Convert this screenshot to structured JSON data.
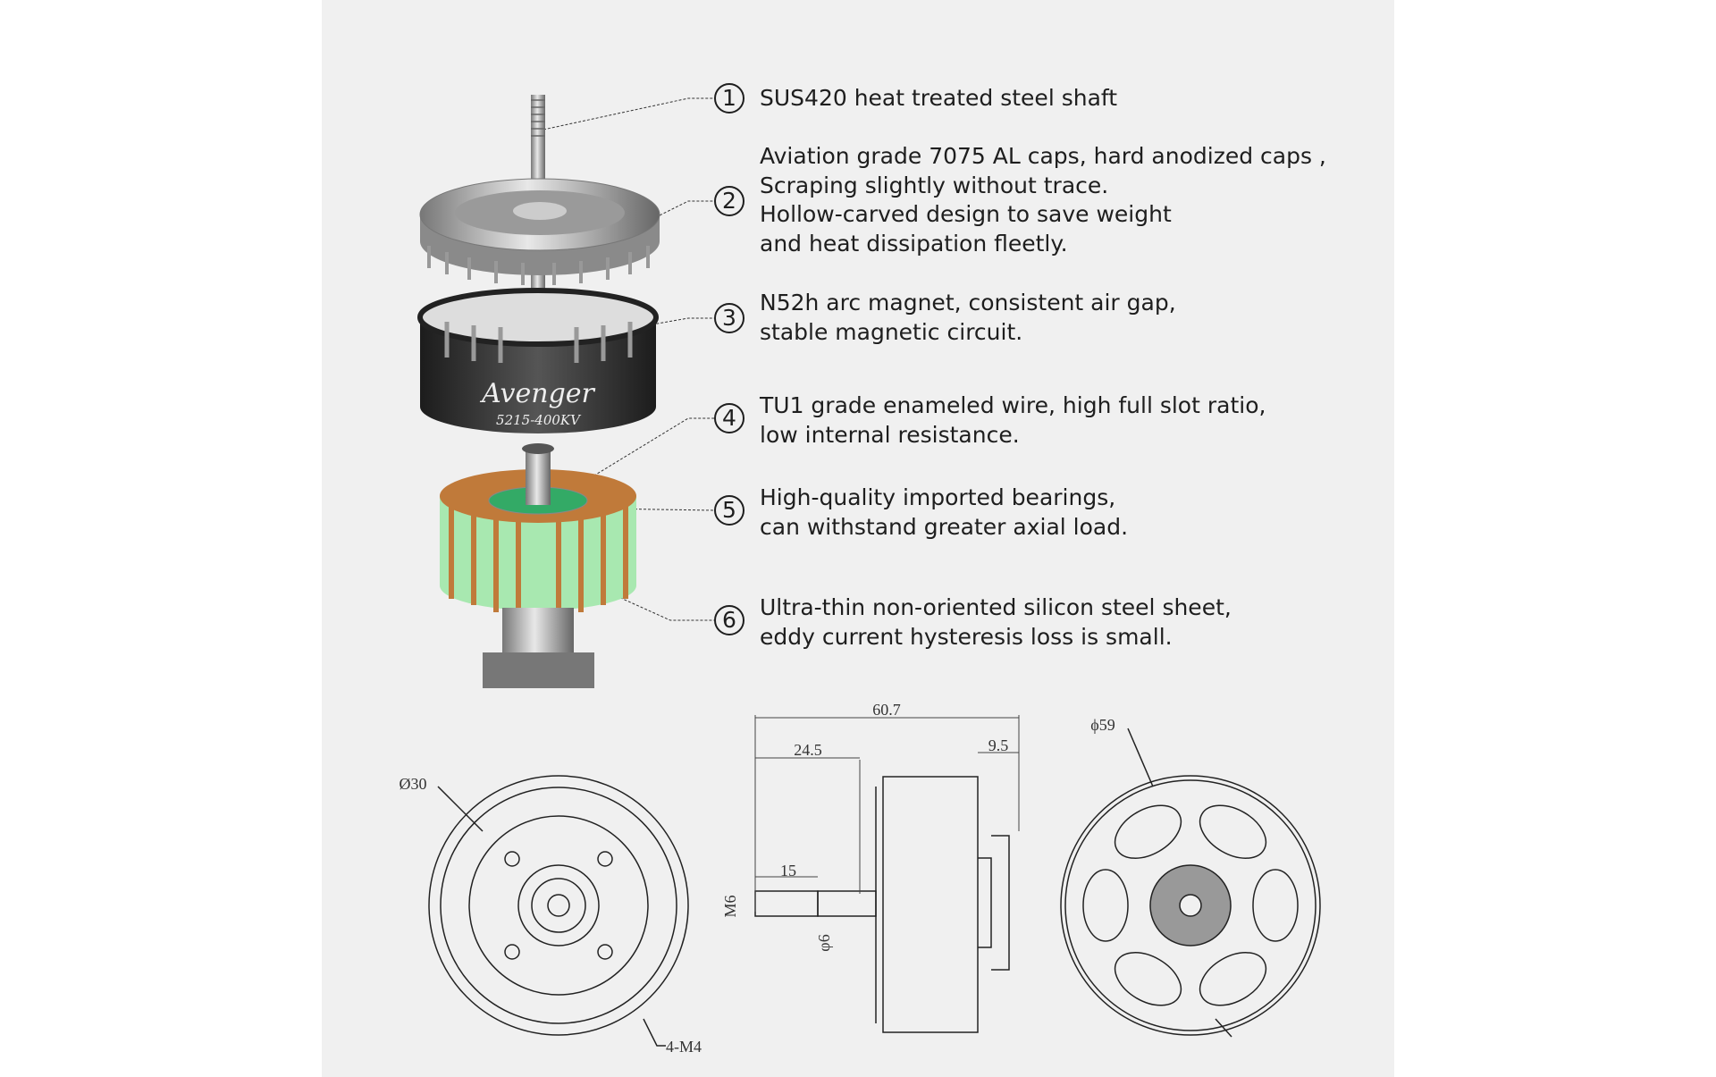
{
  "features": [
    {
      "number": "1",
      "lines": [
        "SUS420 heat treated steel shaft"
      ]
    },
    {
      "number": "2",
      "lines": [
        "Aviation grade 7075 AL caps, hard anodized caps ,",
        "Scraping slightly without trace.",
        "Hollow-carved design to save weight",
        "and heat dissipation fleetly."
      ]
    },
    {
      "number": "3",
      "lines": [
        "N52h arc magnet, consistent air gap,",
        "stable magnetic circuit."
      ]
    },
    {
      "number": "4",
      "lines": [
        "TU1 grade enameled wire, high full slot ratio,",
        "low internal resistance."
      ]
    },
    {
      "number": "5",
      "lines": [
        "High-quality imported bearings,",
        "can withstand greater axial load."
      ]
    },
    {
      "number": "6",
      "lines": [
        "Ultra-thin non-oriented silicon steel sheet,",
        "eddy current hysteresis loss is small."
      ]
    }
  ],
  "product": {
    "brand": "Avenger",
    "model": "5215-400KV"
  },
  "dimensions": {
    "overall_length": "60.7",
    "shaft_length": "24.5",
    "base_height": "9.5",
    "thread_length": "15",
    "thread": "M6",
    "shaft_diameter": "φ6",
    "body_diameter": "ϕ59",
    "mount_diameter": "Ø30",
    "mount_holes": "4-M4"
  },
  "colors": {
    "background": "#f0f0f0",
    "coil": "#c07a3a",
    "stator": "#a8e8b0",
    "bell": "#2e2e2e"
  }
}
